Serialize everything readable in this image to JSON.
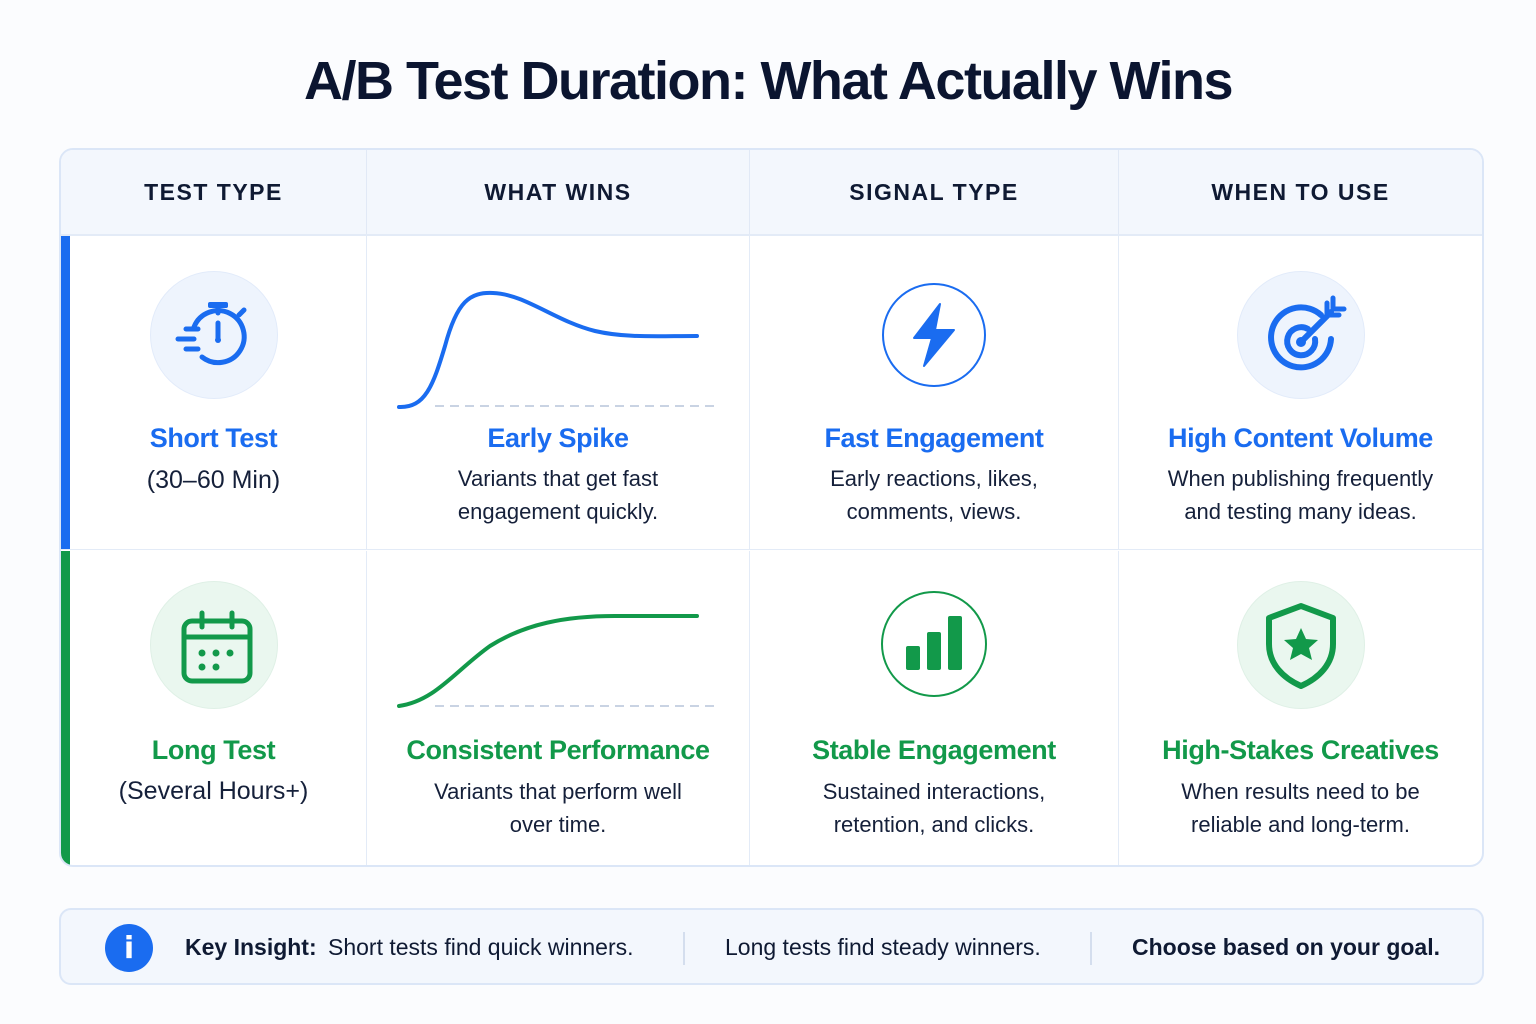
{
  "title": "A/B Test Duration: What Actually Wins",
  "colors": {
    "short_accent": "#1a6cf0",
    "long_accent": "#12994a",
    "text_dark": "#0f1a33",
    "baseline_dash": "#c9d3e3"
  },
  "table": {
    "headers": [
      "TEST TYPE",
      "WHAT WINS",
      "SIGNAL TYPE",
      "WHEN TO USE"
    ],
    "rows": [
      {
        "test_type": {
          "icon": "stopwatch-fast-icon",
          "label": "Short Test",
          "sub": "(30–60 Min)"
        },
        "what_wins": {
          "graphic": "early-spike-curve",
          "label": "Early Spike",
          "desc_line1": "Variants that get fast",
          "desc_line2": "engagement quickly."
        },
        "signal_type": {
          "icon": "lightning-bolt-icon",
          "label": "Fast Engagement",
          "desc_line1": "Early reactions, likes,",
          "desc_line2": "comments, views."
        },
        "when_to_use": {
          "icon": "target-arrow-icon",
          "label": "High Content Volume",
          "desc_line1": "When publishing frequently",
          "desc_line2": "and testing many ideas."
        }
      },
      {
        "test_type": {
          "icon": "calendar-icon",
          "label": "Long Test",
          "sub": "(Several Hours+)"
        },
        "what_wins": {
          "graphic": "steady-rise-curve",
          "label": "Consistent Performance",
          "desc_line1": "Variants that perform well",
          "desc_line2": "over time."
        },
        "signal_type": {
          "icon": "bar-chart-icon",
          "label": "Stable Engagement",
          "desc_line1": "Sustained interactions,",
          "desc_line2": "retention, and clicks."
        },
        "when_to_use": {
          "icon": "shield-star-icon",
          "label": "High-Stakes Creatives",
          "desc_line1": "When results need to be",
          "desc_line2": "reliable and long-term."
        }
      }
    ]
  },
  "insight": {
    "icon": "info-icon",
    "label": "Key Insight:",
    "point1": "Short tests find quick winners.",
    "point2": "Long tests find steady winners.",
    "point3": "Choose based on your goal."
  }
}
